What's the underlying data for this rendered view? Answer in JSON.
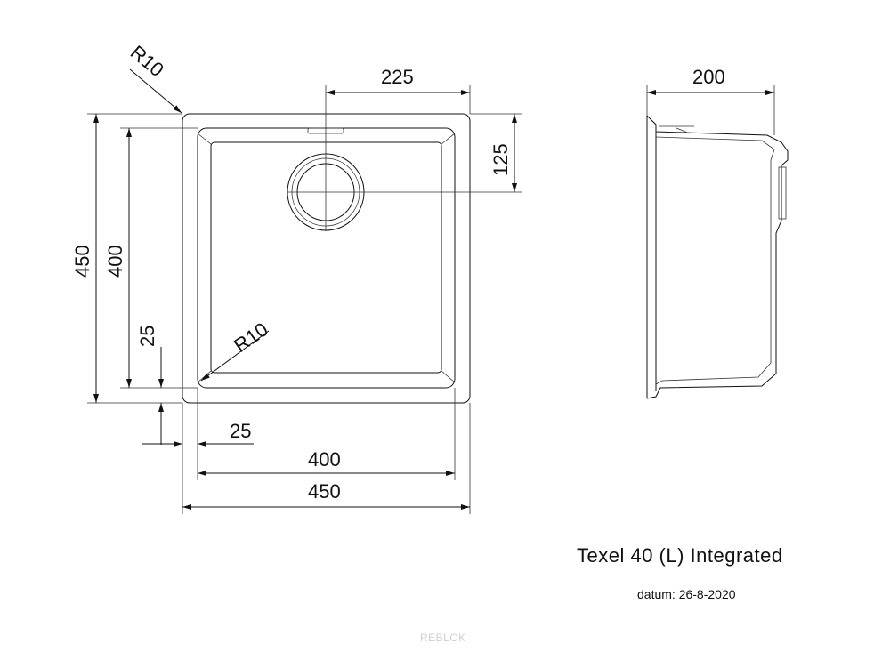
{
  "drawing": {
    "dims": {
      "r_outer": "R10",
      "r_inner": "R10",
      "top_225": "225",
      "top_200": "200",
      "right_125": "125",
      "left_450": "450",
      "left_400": "400",
      "left_25": "25",
      "bottom_25": "25",
      "bottom_400": "400",
      "bottom_450": "450"
    }
  },
  "title_block": {
    "title": "Texel 40 (L) Integrated",
    "date": "datum: 26-8-2020"
  },
  "watermark": "REBLOK"
}
